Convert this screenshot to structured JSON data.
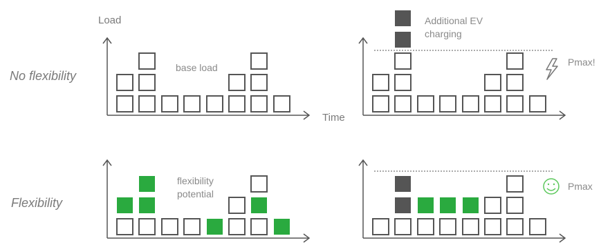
{
  "row_labels": {
    "no_flex": "No flexibility",
    "flex": "Flexibility"
  },
  "axis": {
    "y": "Load",
    "x": "Time"
  },
  "annotations": {
    "base_load": "base load",
    "additional_ev_line1": "Additional EV",
    "additional_ev_line2": "charging",
    "pmax_exceeded": "Pmax!",
    "flex_line1": "flexibility",
    "flex_line2": "potential",
    "pmax_ok": "Pmax"
  },
  "colors": {
    "outline": "#555555",
    "filled": "#555555",
    "flex": "#2aaa3f",
    "axis": "#555555",
    "text": "#8a8a8a",
    "warn_icon": "#777777",
    "smiley": "#5cc85c"
  },
  "panels": [
    {
      "id": "no-flex-base",
      "columns": [
        [
          "o",
          "o"
        ],
        [
          "o",
          "o",
          "o"
        ],
        [
          "o"
        ],
        [
          "o"
        ],
        [
          "o"
        ],
        [
          "o",
          "o"
        ],
        [
          "o",
          "o",
          "o"
        ],
        [
          "o"
        ]
      ]
    },
    {
      "id": "no-flex-ev",
      "columns": [
        [
          "o",
          "o"
        ],
        [
          "o",
          "o",
          "o",
          "d",
          "d"
        ],
        [
          "o"
        ],
        [
          "o"
        ],
        [
          "o"
        ],
        [
          "o",
          "o"
        ],
        [
          "o",
          "o",
          "o"
        ],
        [
          "o"
        ]
      ],
      "limit_line": true,
      "icon": "lightning-icon"
    },
    {
      "id": "flex-potential",
      "columns": [
        [
          "o",
          "g"
        ],
        [
          "o",
          "g",
          "g"
        ],
        [
          "o"
        ],
        [
          "o"
        ],
        [
          "g"
        ],
        [
          "o",
          "o"
        ],
        [
          "o",
          "g",
          "o"
        ],
        [
          "g"
        ]
      ]
    },
    {
      "id": "flex-shifted",
      "columns": [
        [
          "o"
        ],
        [
          "o",
          "d",
          "d"
        ],
        [
          "o",
          "g"
        ],
        [
          "o",
          "g"
        ],
        [
          "o",
          "g"
        ],
        [
          "o",
          "o"
        ],
        [
          "o",
          "o",
          "o"
        ],
        [
          "o"
        ]
      ],
      "limit_line": true,
      "icon": "smiley-icon"
    }
  ]
}
